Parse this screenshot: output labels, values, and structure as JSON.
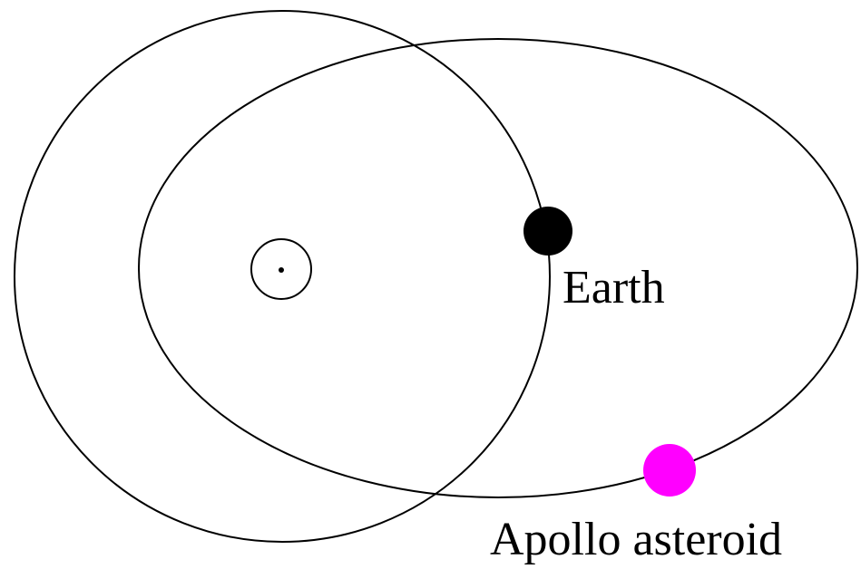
{
  "diagram": {
    "labels": {
      "earth": "Earth",
      "asteroid": "Apollo asteroid"
    },
    "colors": {
      "orbit_line": "#000000",
      "earth": "#000000",
      "asteroid": "#ff00ff",
      "background": "#ffffff"
    },
    "icons": {
      "sun": "sun-symbol-circle-with-dot"
    }
  }
}
